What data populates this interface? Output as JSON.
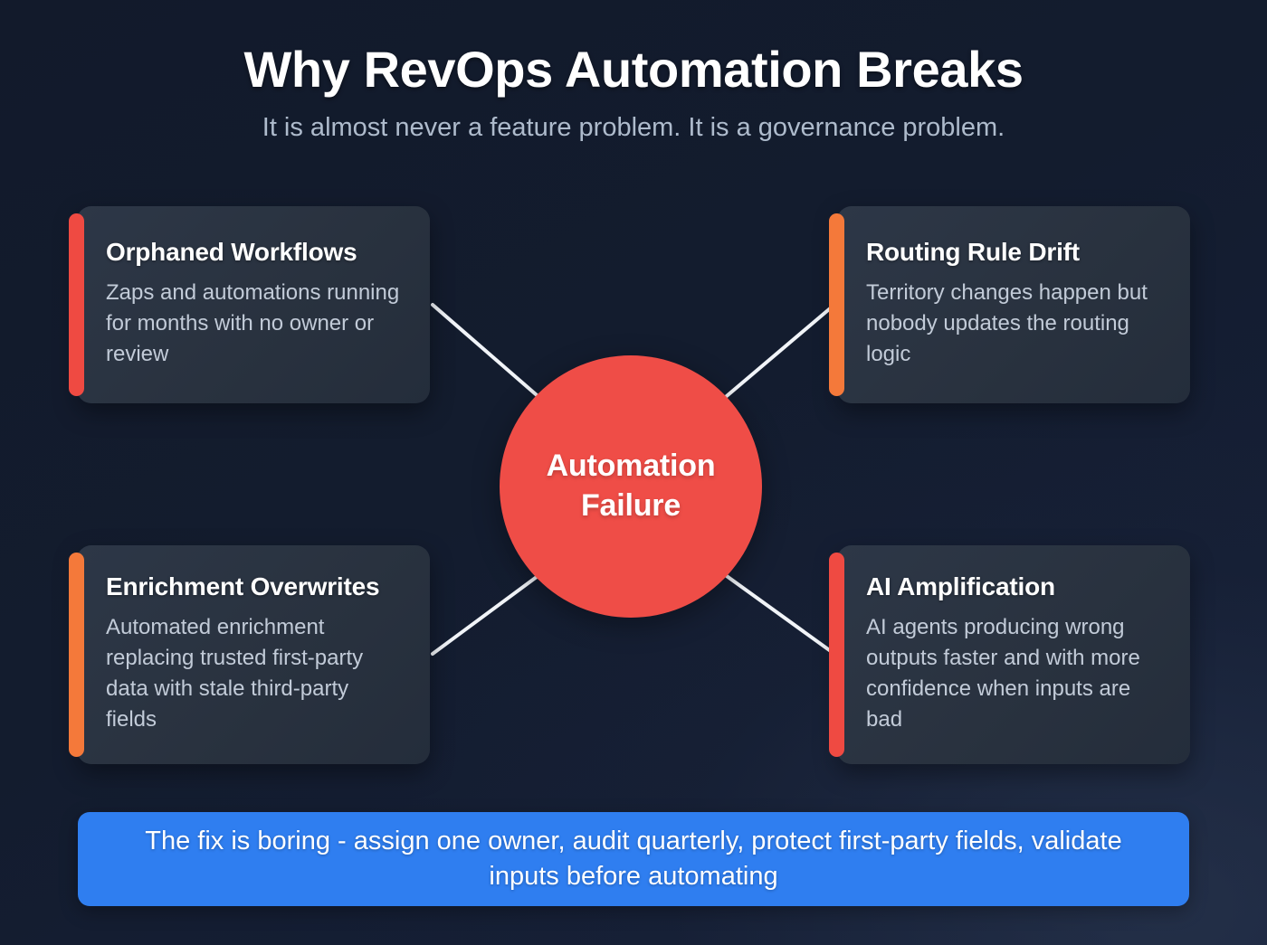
{
  "header": {
    "title": "Why RevOps Automation Breaks",
    "subtitle": "It is almost never a feature problem. It is a governance problem."
  },
  "hub": {
    "label": "Automation Failure",
    "color": "#ef4d47"
  },
  "cards": [
    {
      "title": "Orphaned Workflows",
      "description": "Zaps and automations running for months with no owner or review",
      "accent_color": "#ef4a42",
      "position": "top-left"
    },
    {
      "title": "Routing Rule Drift",
      "description": "Territory changes happen but nobody updates the routing logic",
      "accent_color": "#f4793a",
      "position": "top-right"
    },
    {
      "title": "Enrichment Overwrites",
      "description": "Automated enrichment replacing trusted first-party data with stale third-party fields",
      "accent_color": "#f4793a",
      "position": "bottom-left"
    },
    {
      "title": "AI Amplification",
      "description": "AI agents producing wrong outputs faster and with more confidence when inputs are bad",
      "accent_color": "#ef4a42",
      "position": "bottom-right"
    }
  ],
  "banner": {
    "text": "The fix is boring - assign one owner, audit quarterly, protect first-party fields, validate inputs before automating",
    "background_color": "#2f7ef0"
  },
  "theme": {
    "background_color": "#131c2e",
    "card_background": "#2a3342",
    "connector_color": "#f1f4f8",
    "title_color": "#ffffff",
    "subtitle_color": "#aebbcc",
    "body_text_color": "#c2cbd8"
  }
}
